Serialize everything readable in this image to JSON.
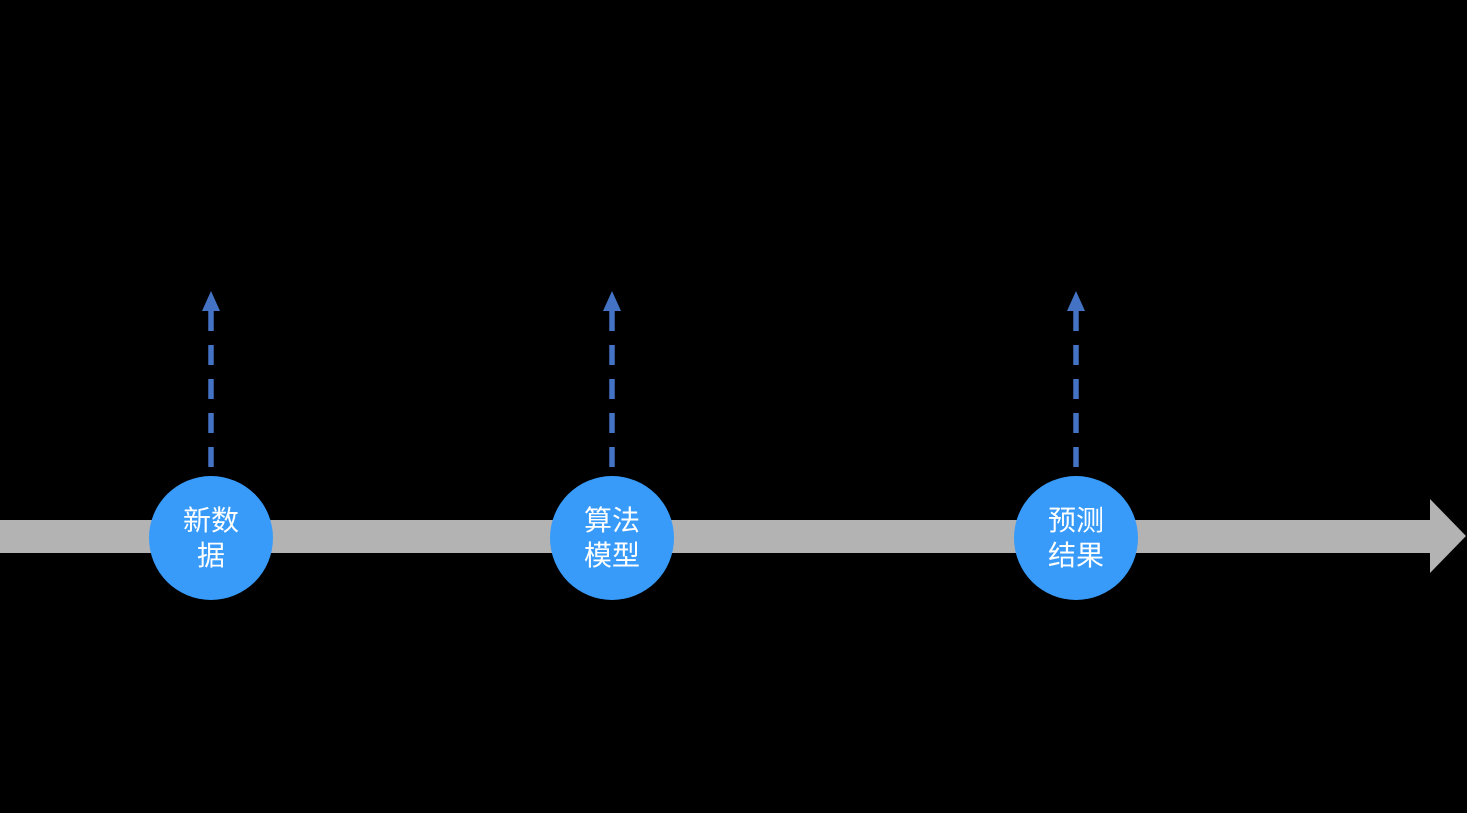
{
  "colors": {
    "background": "#000000",
    "timeline": "#b3b3b3",
    "node": "#389bfa",
    "arrow": "#4472c4",
    "label": "#ffffff"
  },
  "timeline": {
    "direction": "left-to-right"
  },
  "stations": [
    {
      "label": "新数据",
      "line1": "新数",
      "line2": "据"
    },
    {
      "label": "算法模型",
      "line1": "算法",
      "line2": "模型"
    },
    {
      "label": "预测结果",
      "line1": "预测",
      "line2": "结果"
    }
  ]
}
